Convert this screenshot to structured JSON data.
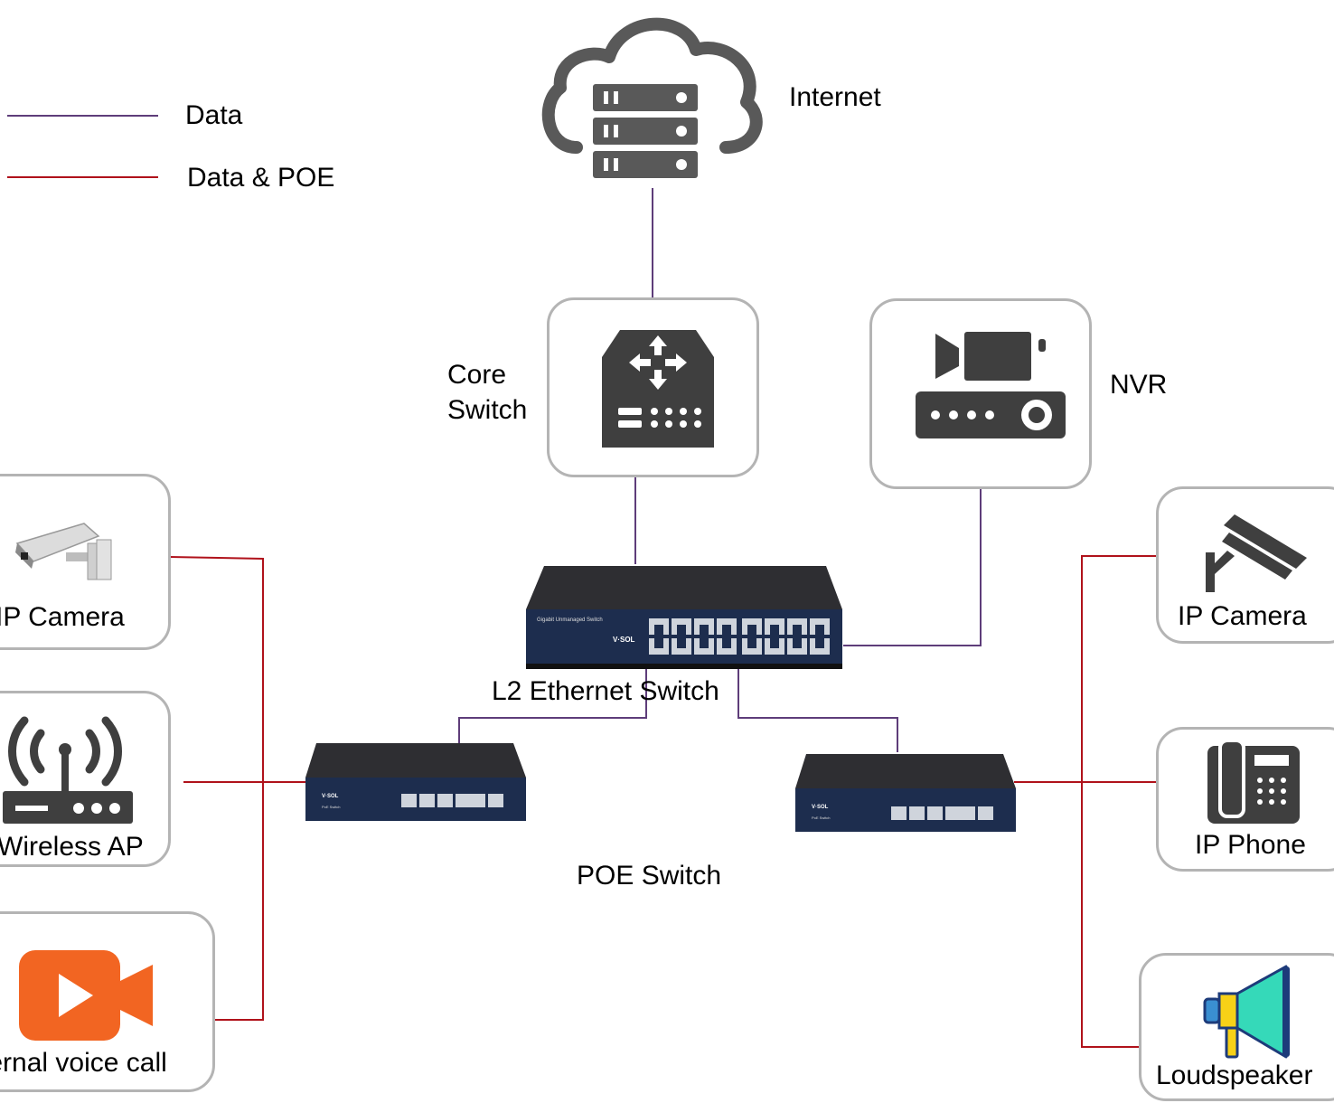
{
  "legend": {
    "data_label": "Data",
    "data_poe_label": "Data & POE",
    "data_color": "#5e3d7a",
    "poe_color": "#b0121b"
  },
  "nodes": {
    "internet": "Internet",
    "core_switch_line1": "Core",
    "core_switch_line2": "Switch",
    "nvr": "NVR",
    "l2_switch": "L2 Ethernet Switch",
    "poe_switch": "POE Switch",
    "left_camera": "IP Camera",
    "wireless_ap": "Wireless AP",
    "voice_call": "External voice call",
    "right_camera": "IP Camera",
    "ip_phone": "IP Phone",
    "loudspeaker": "Loudspeaker"
  },
  "device_text": {
    "l2_title": "Gigabit Unmanaged Switch",
    "brand": "V·SOL",
    "poe_model": "PoE Switch"
  },
  "icons": {
    "internet": "cloud-server-icon",
    "core_switch": "router-switch-icon",
    "nvr": "nvr-recorder-icon",
    "camera": "cctv-camera-icon",
    "wireless_ap": "wifi-router-icon",
    "voice_call": "video-call-icon",
    "ip_phone": "desk-phone-icon",
    "loudspeaker": "megaphone-icon"
  }
}
